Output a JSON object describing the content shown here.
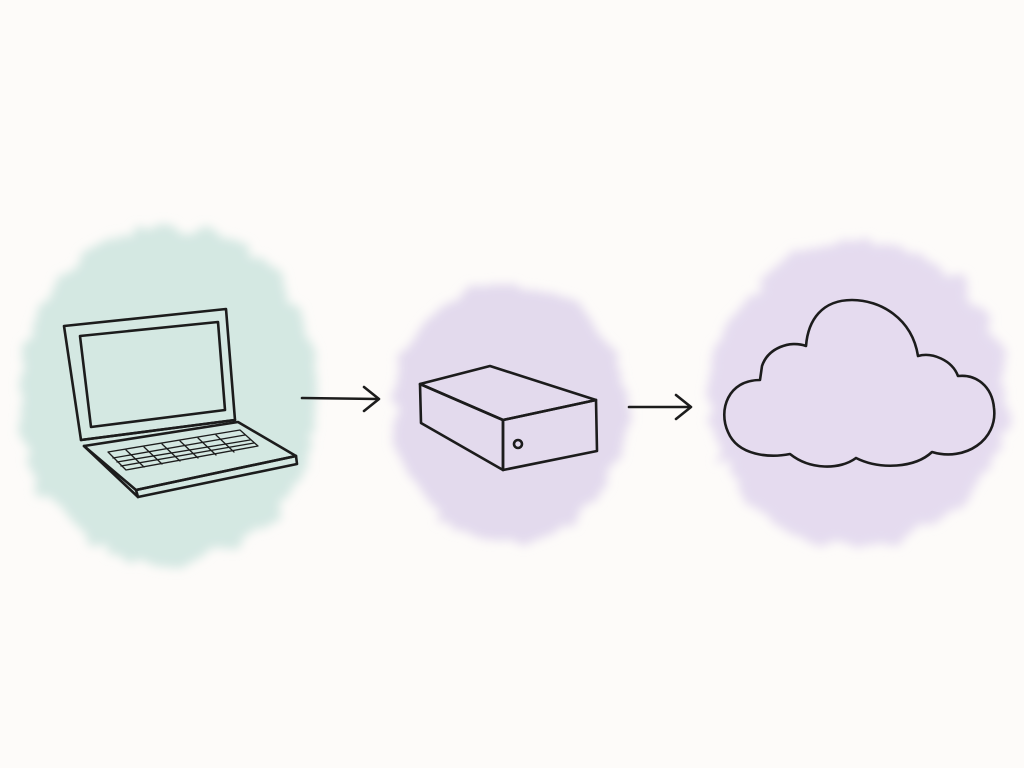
{
  "diagram": {
    "nodes": [
      {
        "id": "laptop",
        "icon": "laptop-icon",
        "blob_color": "#cfe6e0"
      },
      {
        "id": "server",
        "icon": "server-box-icon",
        "blob_color": "#e0d6ec"
      },
      {
        "id": "cloud",
        "icon": "cloud-icon",
        "blob_color": "#e2d8ee"
      }
    ],
    "edges": [
      {
        "from": "laptop",
        "to": "server",
        "direction": "right"
      },
      {
        "from": "server",
        "to": "cloud",
        "direction": "right"
      }
    ],
    "colors": {
      "background": "#fdfbf9",
      "ink": "#1c1c1c"
    }
  }
}
